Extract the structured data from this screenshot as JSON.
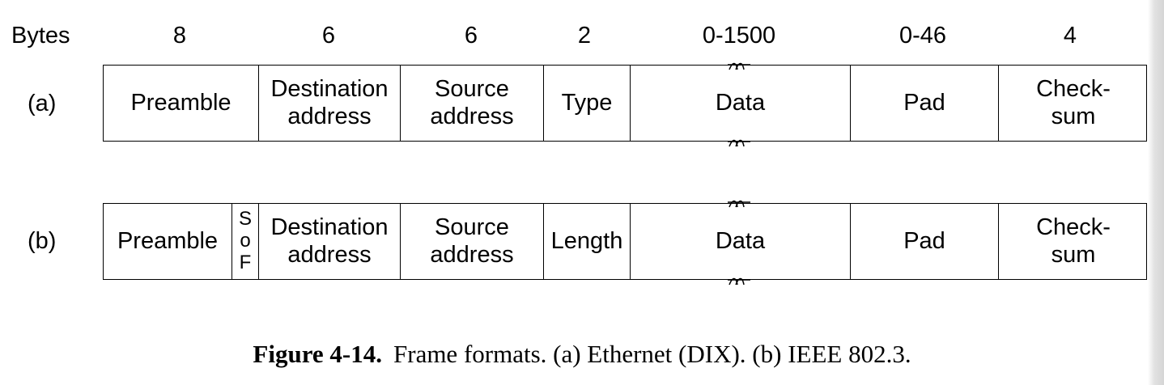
{
  "header": {
    "label": "Bytes",
    "sizes": [
      "8",
      "6",
      "6",
      "2",
      "0-1500",
      "0-46",
      "4"
    ]
  },
  "frame_a": {
    "label": "(a)",
    "fields": {
      "preamble": "Preamble",
      "destination": [
        "Destination",
        "address"
      ],
      "source": [
        "Source",
        "address"
      ],
      "type": "Type",
      "data": "Data",
      "pad": "Pad",
      "checksum": [
        "Check-",
        "sum"
      ]
    }
  },
  "frame_b": {
    "label": "(b)",
    "fields": {
      "preamble": "Preamble",
      "sof": [
        "S",
        "o",
        "F"
      ],
      "destination": [
        "Destination",
        "address"
      ],
      "source": [
        "Source",
        "address"
      ],
      "length": "Length",
      "data": "Data",
      "pad": "Pad",
      "checksum": [
        "Check-",
        "sum"
      ]
    }
  },
  "caption": {
    "figure": "Figure 4-14.",
    "text": "Frame formats. (a) Ethernet (DIX). (b) IEEE 802.3."
  }
}
